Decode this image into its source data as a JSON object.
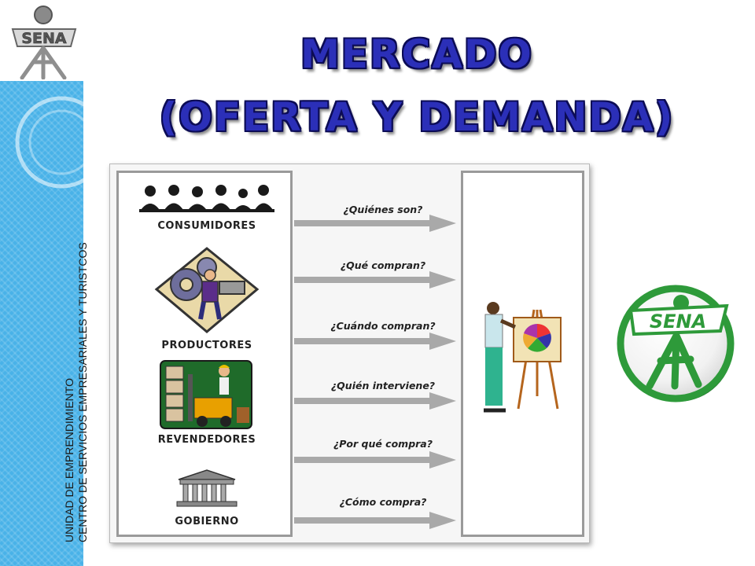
{
  "title": {
    "line1": "MERCADO",
    "line2": "(OFERTA Y DEMANDA)"
  },
  "sidebar": {
    "line1": "UNIDAD DE EMPRENDIMIENTO",
    "line2": "CENTRO DE SERVICIOS EMPRESARIALES Y TURISTCOS"
  },
  "logos": {
    "top_text": "SENA",
    "right_text": "SENA"
  },
  "diagram": {
    "actors": [
      {
        "label": "CONSUMIDORES",
        "icon": "crowd-icon"
      },
      {
        "label": "PRODUCTORES",
        "icon": "gears-worker-icon"
      },
      {
        "label": "REVENDEDORES",
        "icon": "forklift-icon"
      },
      {
        "label": "GOBIERNO",
        "icon": "government-building-icon"
      }
    ],
    "questions": [
      "¿Quiénes son?",
      "¿Qué compran?",
      "¿Cuándo compran?",
      "¿Quién interviene?",
      "¿Por qué compra?",
      "¿Cómo compra?"
    ],
    "presenter_icon": "presenter-easel-icon"
  },
  "colors": {
    "title_blue": "#2b2fb8",
    "strip_blue": "#49b2e8",
    "sena_green": "#2e9a3a"
  }
}
